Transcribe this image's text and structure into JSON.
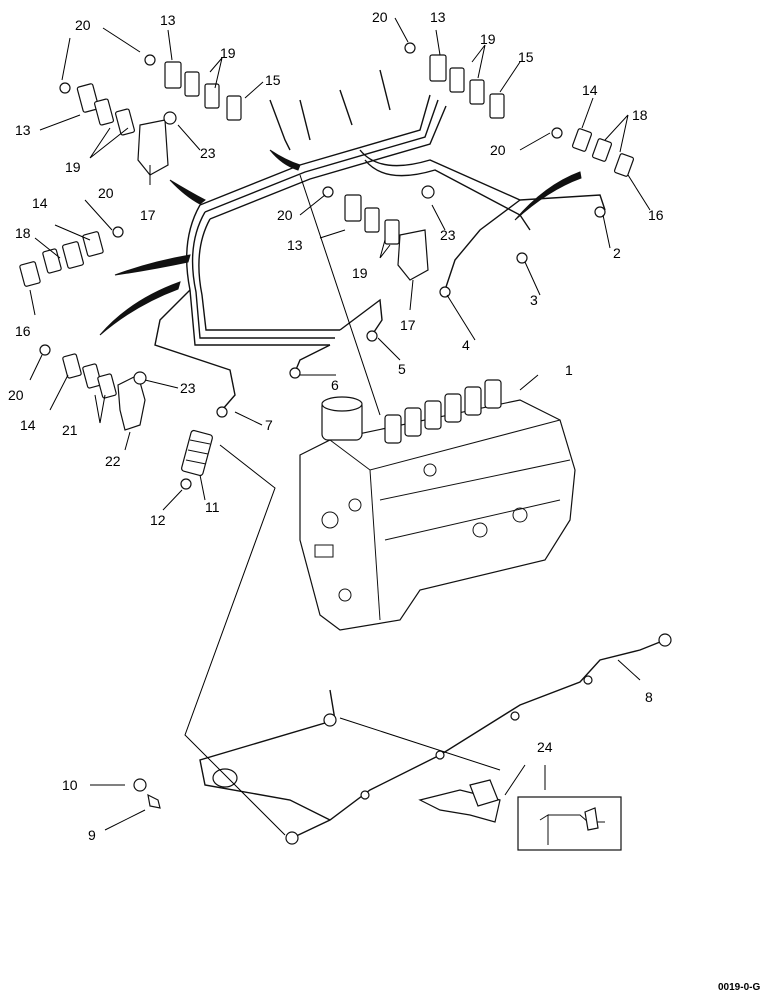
{
  "figure_id": "0019-0-G",
  "callouts": {
    "c1": "1",
    "c2": "2",
    "c3": "3",
    "c4": "4",
    "c5": "5",
    "c6": "6",
    "c7": "7",
    "c8": "8",
    "c9": "9",
    "c10": "10",
    "c11": "11",
    "c12": "12",
    "c13a": "13",
    "c13b": "13",
    "c13c": "13",
    "c13d": "13",
    "c14a": "14",
    "c14b": "14",
    "c14c": "14",
    "c15a": "15",
    "c15b": "15",
    "c16a": "16",
    "c16b": "16",
    "c17a": "17",
    "c17b": "17",
    "c18a": "18",
    "c18b": "18",
    "c19a": "19",
    "c19b": "19",
    "c19c": "19",
    "c19d": "19",
    "c20a": "20",
    "c20b": "20",
    "c20c": "20",
    "c20d": "20",
    "c20e": "20",
    "c20f": "20",
    "c21": "21",
    "c22": "22",
    "c23a": "23",
    "c23b": "23",
    "c23c": "23",
    "c24": "24"
  }
}
